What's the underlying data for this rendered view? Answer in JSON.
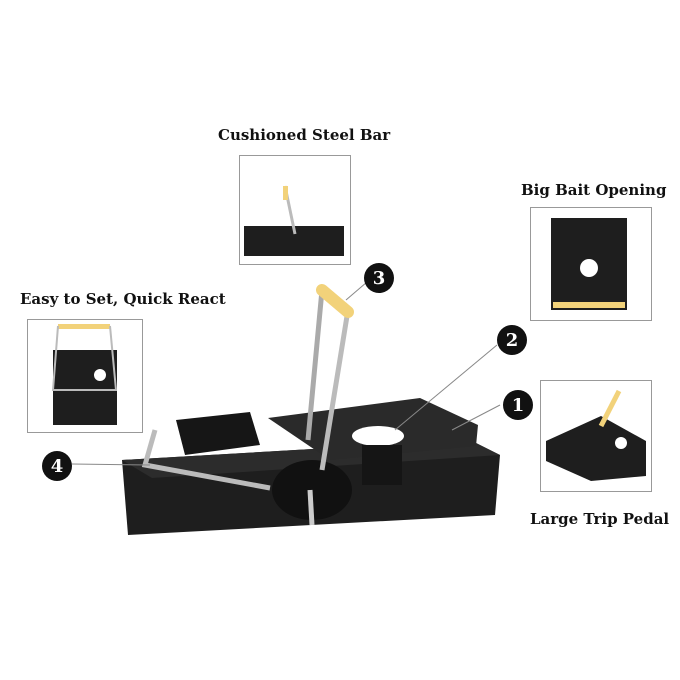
{
  "features": {
    "cushioned_bar": "Cushioned Steel Bar",
    "big_bait": "Big Bait Opening",
    "easy_set": "Easy to Set, Quick React",
    "trip_pedal": "Large Trip Pedal"
  },
  "callouts": [
    "1",
    "2",
    "3",
    "4"
  ],
  "colors": {
    "trap": "#1b1b1b",
    "steel": "#b8b8b8",
    "cushion": "#f2d27a"
  }
}
